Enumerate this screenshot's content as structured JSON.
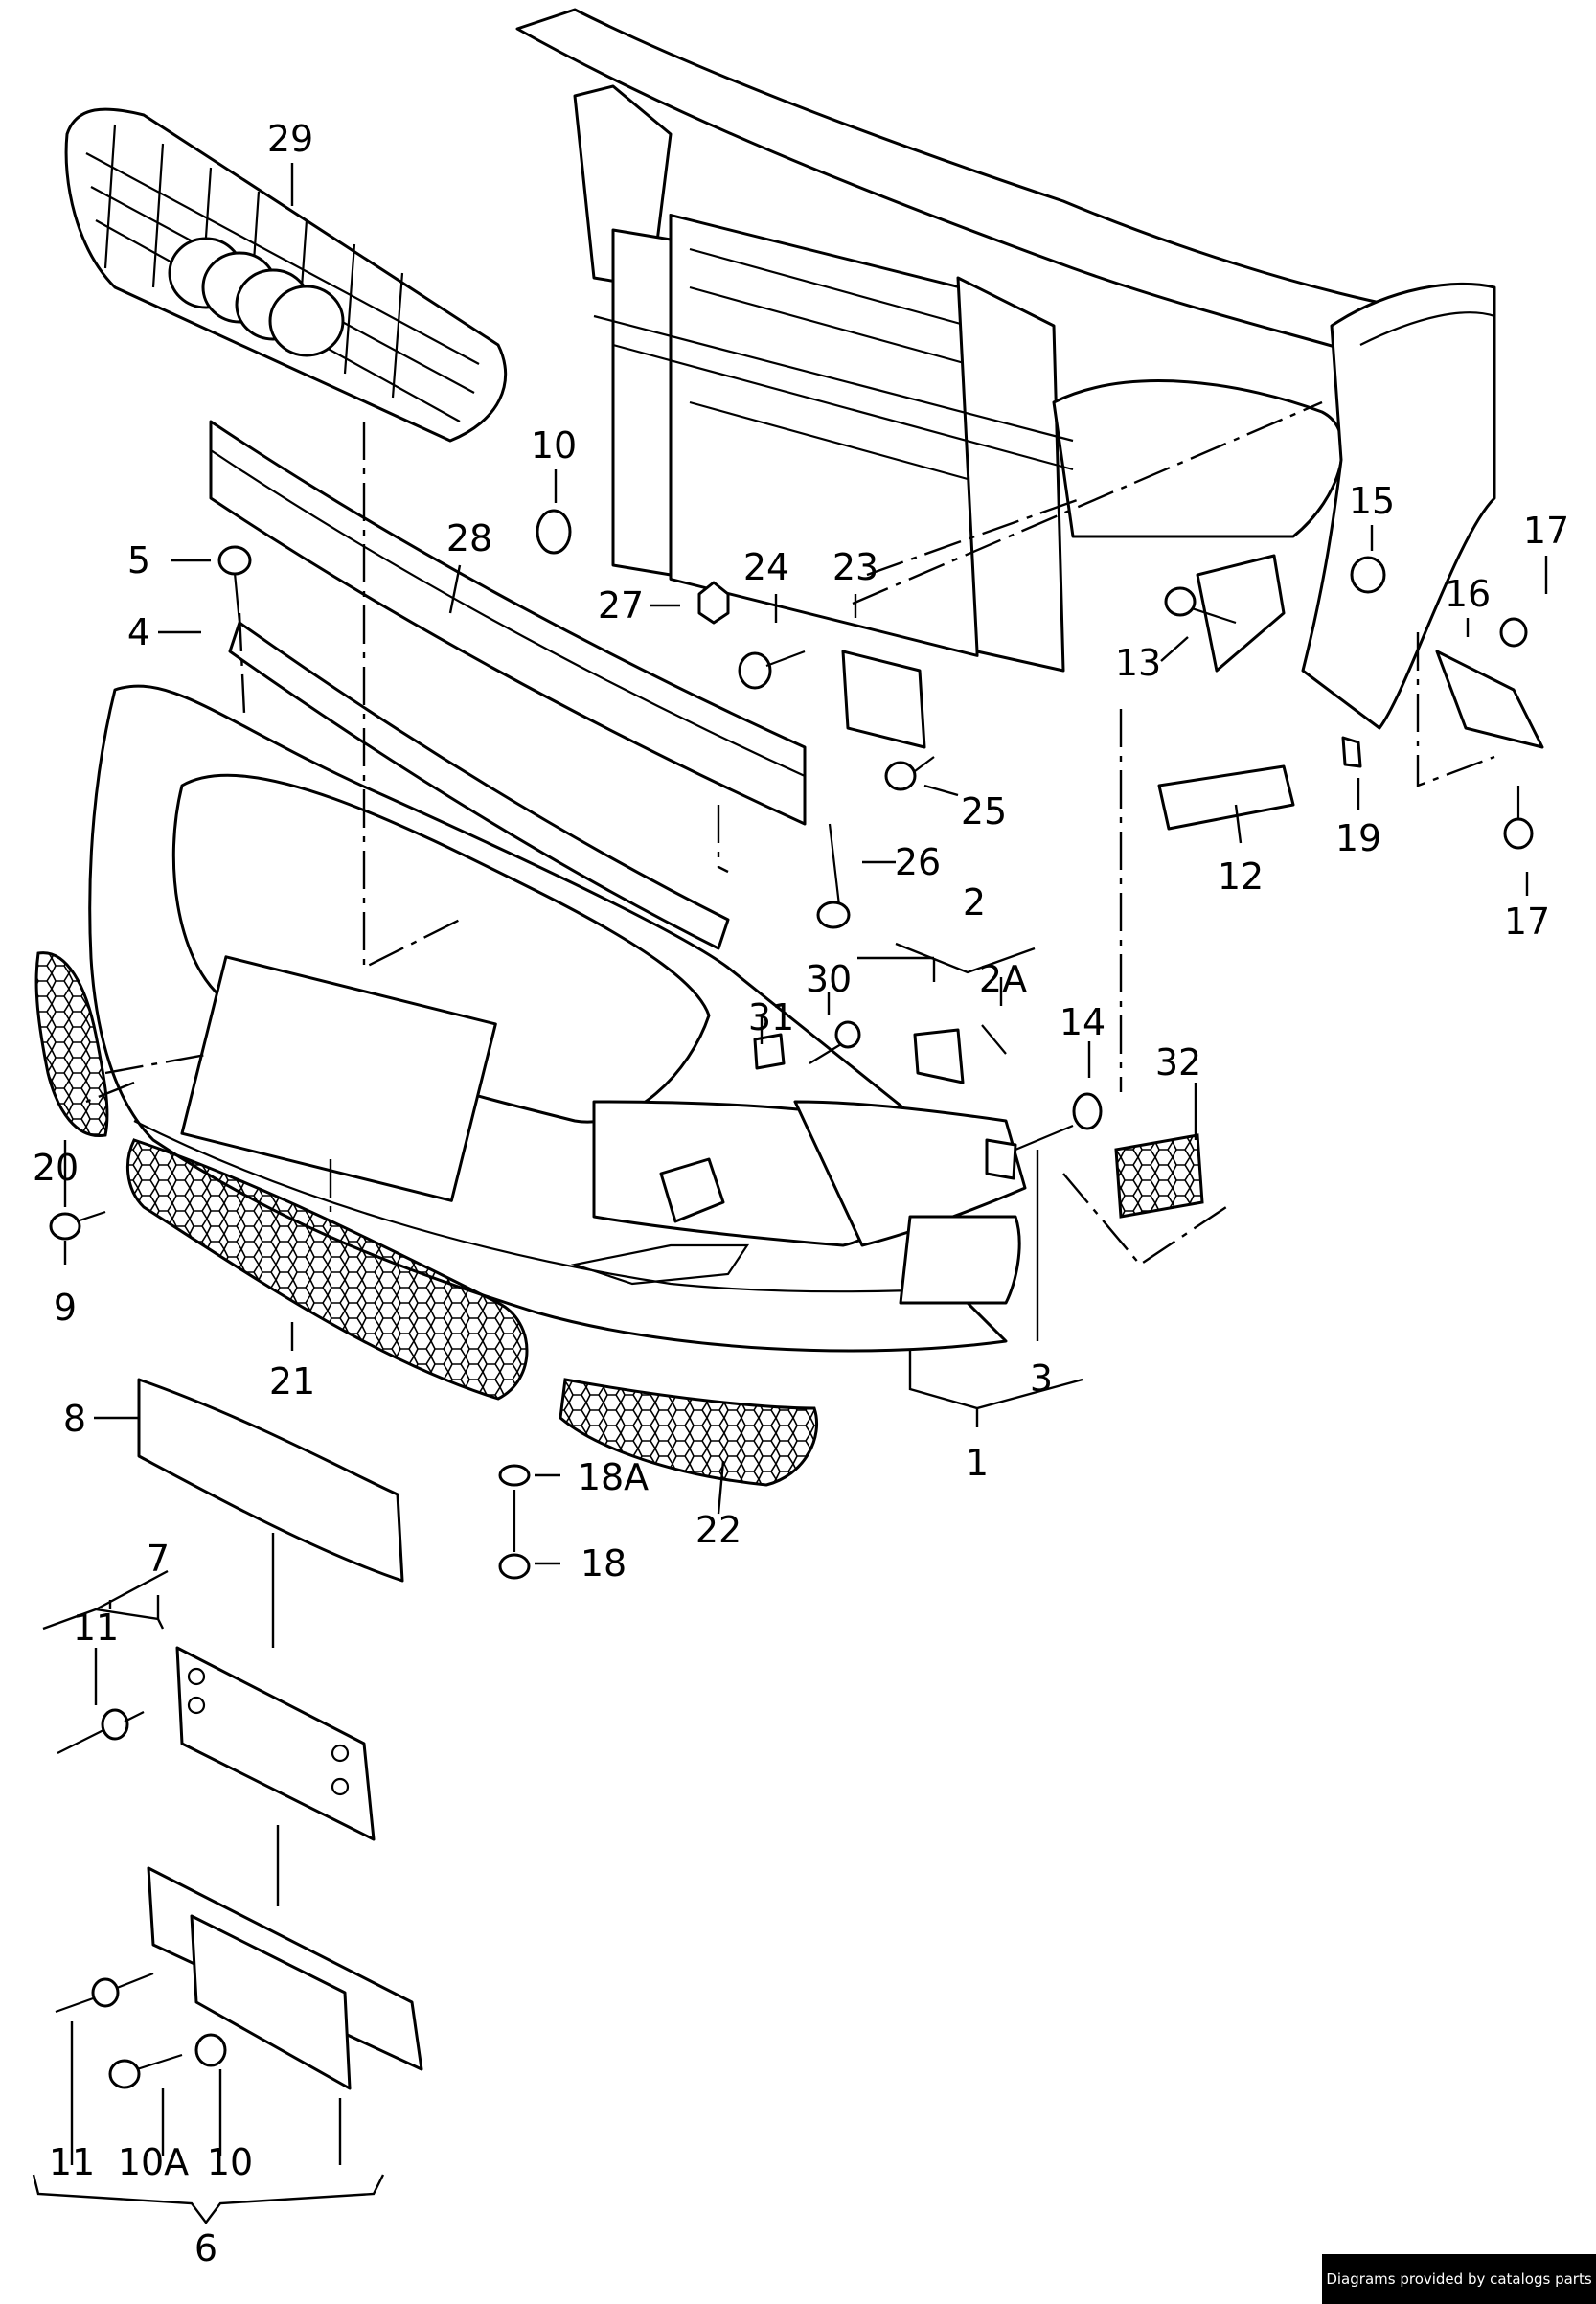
{
  "callouts": [
    {
      "id": "c29",
      "text": "29"
    },
    {
      "id": "c10-top",
      "text": "10"
    },
    {
      "id": "c5",
      "text": "5"
    },
    {
      "id": "c4",
      "text": "4"
    },
    {
      "id": "c28",
      "text": "28"
    },
    {
      "id": "c27",
      "text": "27"
    },
    {
      "id": "c24",
      "text": "24"
    },
    {
      "id": "c23",
      "text": "23"
    },
    {
      "id": "c15",
      "text": "15"
    },
    {
      "id": "c17-top",
      "text": "17"
    },
    {
      "id": "c16",
      "text": "16"
    },
    {
      "id": "c13",
      "text": "13"
    },
    {
      "id": "c25",
      "text": "25"
    },
    {
      "id": "c26",
      "text": "26"
    },
    {
      "id": "c12",
      "text": "12"
    },
    {
      "id": "c19",
      "text": "19"
    },
    {
      "id": "c17-bottom",
      "text": "17"
    },
    {
      "id": "c2",
      "text": "2"
    },
    {
      "id": "c30",
      "text": "30"
    },
    {
      "id": "c2A",
      "text": "2A"
    },
    {
      "id": "c31",
      "text": "31"
    },
    {
      "id": "c14",
      "text": "14"
    },
    {
      "id": "c32",
      "text": "32"
    },
    {
      "id": "c20",
      "text": "20"
    },
    {
      "id": "c9",
      "text": "9"
    },
    {
      "id": "c21",
      "text": "21"
    },
    {
      "id": "c3",
      "text": "3"
    },
    {
      "id": "c1",
      "text": "1"
    },
    {
      "id": "c8",
      "text": "8"
    },
    {
      "id": "c18A",
      "text": "18A"
    },
    {
      "id": "c22",
      "text": "22"
    },
    {
      "id": "c18",
      "text": "18"
    },
    {
      "id": "c7",
      "text": "7"
    },
    {
      "id": "c11-top",
      "text": "11"
    },
    {
      "id": "c11-bottom",
      "text": "11"
    },
    {
      "id": "c10A",
      "text": "10A"
    },
    {
      "id": "c10-bottom",
      "text": "10"
    },
    {
      "id": "c6",
      "text": "6"
    }
  ],
  "credit": "Diagrams provided by catalogs parts"
}
